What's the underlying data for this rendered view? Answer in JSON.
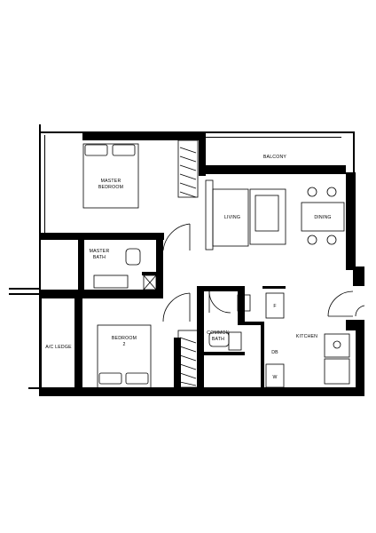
{
  "rooms": {
    "master_bedroom": [
      "MASTER",
      "BEDROOM"
    ],
    "balcony": "BALCONY",
    "living": "LIVING",
    "dining": "DINING",
    "master_bath": [
      "MASTER",
      "BATH"
    ],
    "bedroom_2": [
      "BEDROOM",
      "2"
    ],
    "common_bath": [
      "COMMON",
      "BATH"
    ],
    "kitchen": "KITCHEN",
    "ac_ledge": "A/C LEDGE"
  },
  "fixtures": {
    "fridge": "F",
    "db": "DB",
    "washer": "W"
  },
  "colors": {
    "wall": "#000000",
    "background": "#ffffff"
  }
}
